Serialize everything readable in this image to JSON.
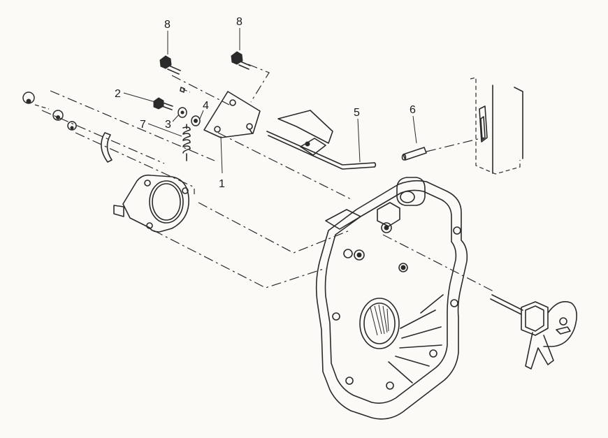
{
  "callouts": [
    {
      "id": "c1",
      "label": "1"
    },
    {
      "id": "c2",
      "label": "2"
    },
    {
      "id": "c3",
      "label": "3"
    },
    {
      "id": "c4",
      "label": "4"
    },
    {
      "id": "c5",
      "label": "5"
    },
    {
      "id": "c6",
      "label": "6"
    },
    {
      "id": "c7",
      "label": "7"
    },
    {
      "id": "c8a",
      "label": "8"
    },
    {
      "id": "c8b",
      "label": "8"
    }
  ]
}
